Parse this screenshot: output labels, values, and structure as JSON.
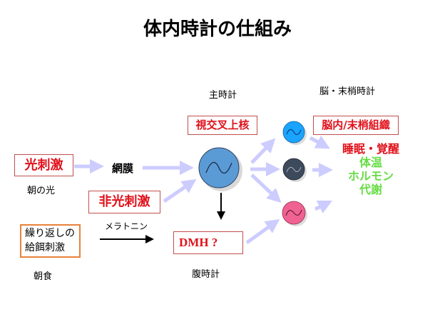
{
  "title": "体内時計の仕組み",
  "labels": {
    "master_clock": "主時計",
    "brain_peripheral_clock": "脳・末梢時計",
    "retina": "網膜",
    "morning_light": "朝の光",
    "melatonin": "メラトニン",
    "breakfast": "朝食",
    "abdominal_clock": "腹時計"
  },
  "boxes": {
    "light_stimulus": "光刺激",
    "non_light_stimulus": "非光刺激",
    "repeated_feeding_line1": "繰り返しの",
    "repeated_feeding_line2": "給餌刺激",
    "scn": "視交叉上核",
    "dmh": "DMH ?",
    "brain_peripheral_tissue": "脳内/末梢組織"
  },
  "outputs": [
    {
      "text": "睡眠・覚醒",
      "color": "#e0101a"
    },
    {
      "text": "体温",
      "color": "#66dd44"
    },
    {
      "text": "ホルモン",
      "color": "#66dd44"
    },
    {
      "text": "代謝",
      "color": "#66dd44"
    }
  ],
  "oscillators": {
    "scn_color": "#5b9bd5",
    "brain_color": "#1aa3ff",
    "peripheral_color": "#3d4a5c",
    "gut_color": "#f06292"
  },
  "colors": {
    "arrow": "#ccccff",
    "box_border_red": "#c0504d",
    "text_red": "#e0101a",
    "feeding_border": "#e8823a"
  }
}
